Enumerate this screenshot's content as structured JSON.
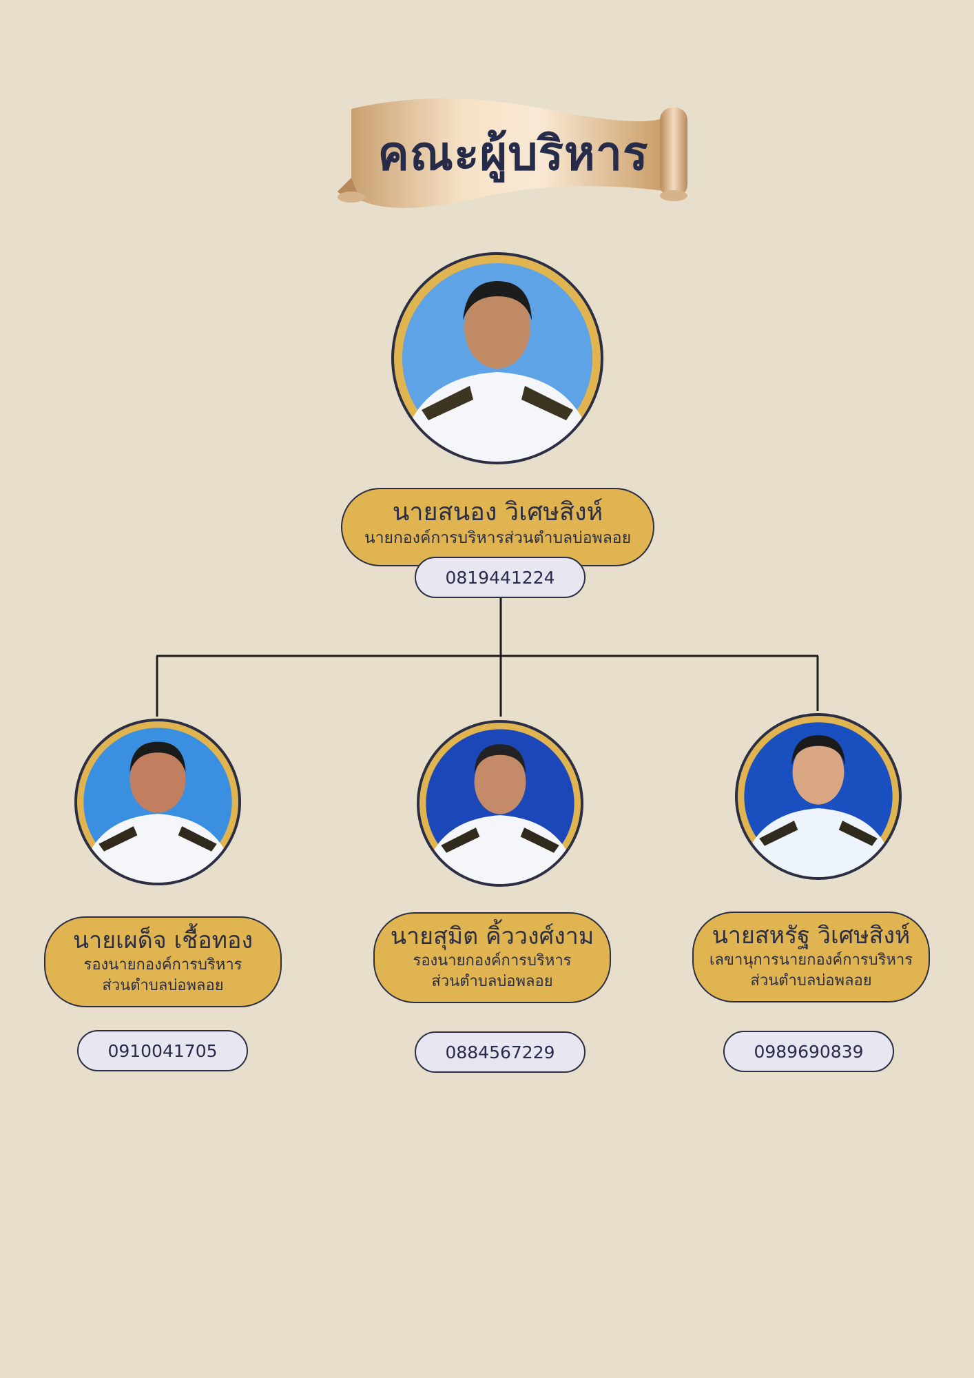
{
  "header": {
    "title": "คณะผู้บริหาร"
  },
  "colors": {
    "background": "#e7dfcb",
    "plate": "#dfb451",
    "outline": "#2b2e44",
    "pill": "#e8e6f0",
    "title": "#262b4a"
  },
  "chief": {
    "name": "นายสนอง วิเศษสิงห์",
    "role": "นายกองค์การบริหารส่วนตำบลบ่อพลอย",
    "phone": "0819441224"
  },
  "members": [
    {
      "name": "นายเผด็จ เชื้อทอง",
      "role_line1": "รองนายกองค์การบริหาร",
      "role_line2": "ส่วนตำบลบ่อพลอย",
      "phone": "0910041705"
    },
    {
      "name": "นายสุมิต คิ้ววงศ์งาม",
      "role_line1": "รองนายกองค์การบริหาร",
      "role_line2": "ส่วนตำบลบ่อพลอย",
      "phone": "0884567229"
    },
    {
      "name": "นายสหรัฐ วิเศษสิงห์",
      "role_line1": "เลขานุการนายกองค์การบริหาร",
      "role_line2": "ส่วนตำบลบ่อพลอย",
      "phone": "0989690839"
    }
  ]
}
